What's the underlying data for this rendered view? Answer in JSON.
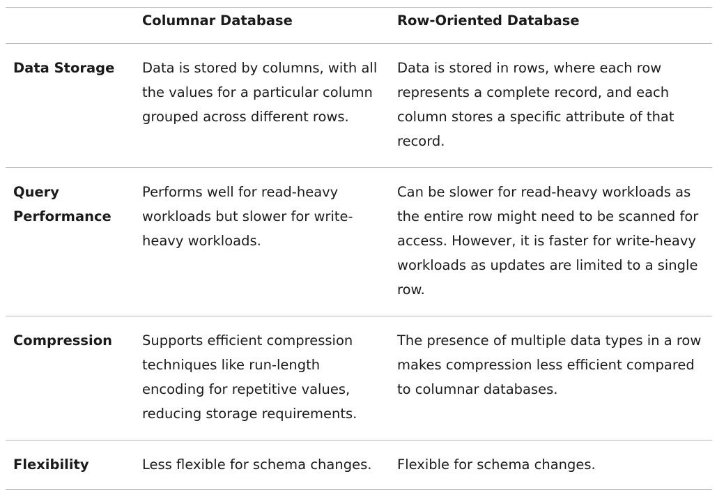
{
  "table": {
    "headers": {
      "corner": "",
      "columnar": "Columnar Database",
      "row_oriented": "Row-Oriented Database"
    },
    "rows": [
      {
        "label": "Data Storage",
        "columnar": "Data is stored by columns, with all the values for a particular column grouped across different rows.",
        "row_oriented": "Data is stored in rows, where each row represents a complete record, and each column stores a specific attribute of that record."
      },
      {
        "label": "Query Performance",
        "columnar": "Performs well for read-heavy workloads but slower for write-heavy workloads.",
        "row_oriented": "Can be slower for read-heavy workloads as the entire row might need to be scanned for access. However, it is faster for write-heavy workloads as updates are limited to a single row."
      },
      {
        "label": "Compression",
        "columnar": "Supports efficient compression techniques like run-length encoding for repetitive values, reducing storage requirements.",
        "row_oriented": "The presence of multiple data types in a row makes compression less efficient compared to columnar databases."
      },
      {
        "label": "Flexibility",
        "columnar": "Less flexible for schema changes.",
        "row_oriented": "Flexible for schema changes."
      }
    ]
  }
}
